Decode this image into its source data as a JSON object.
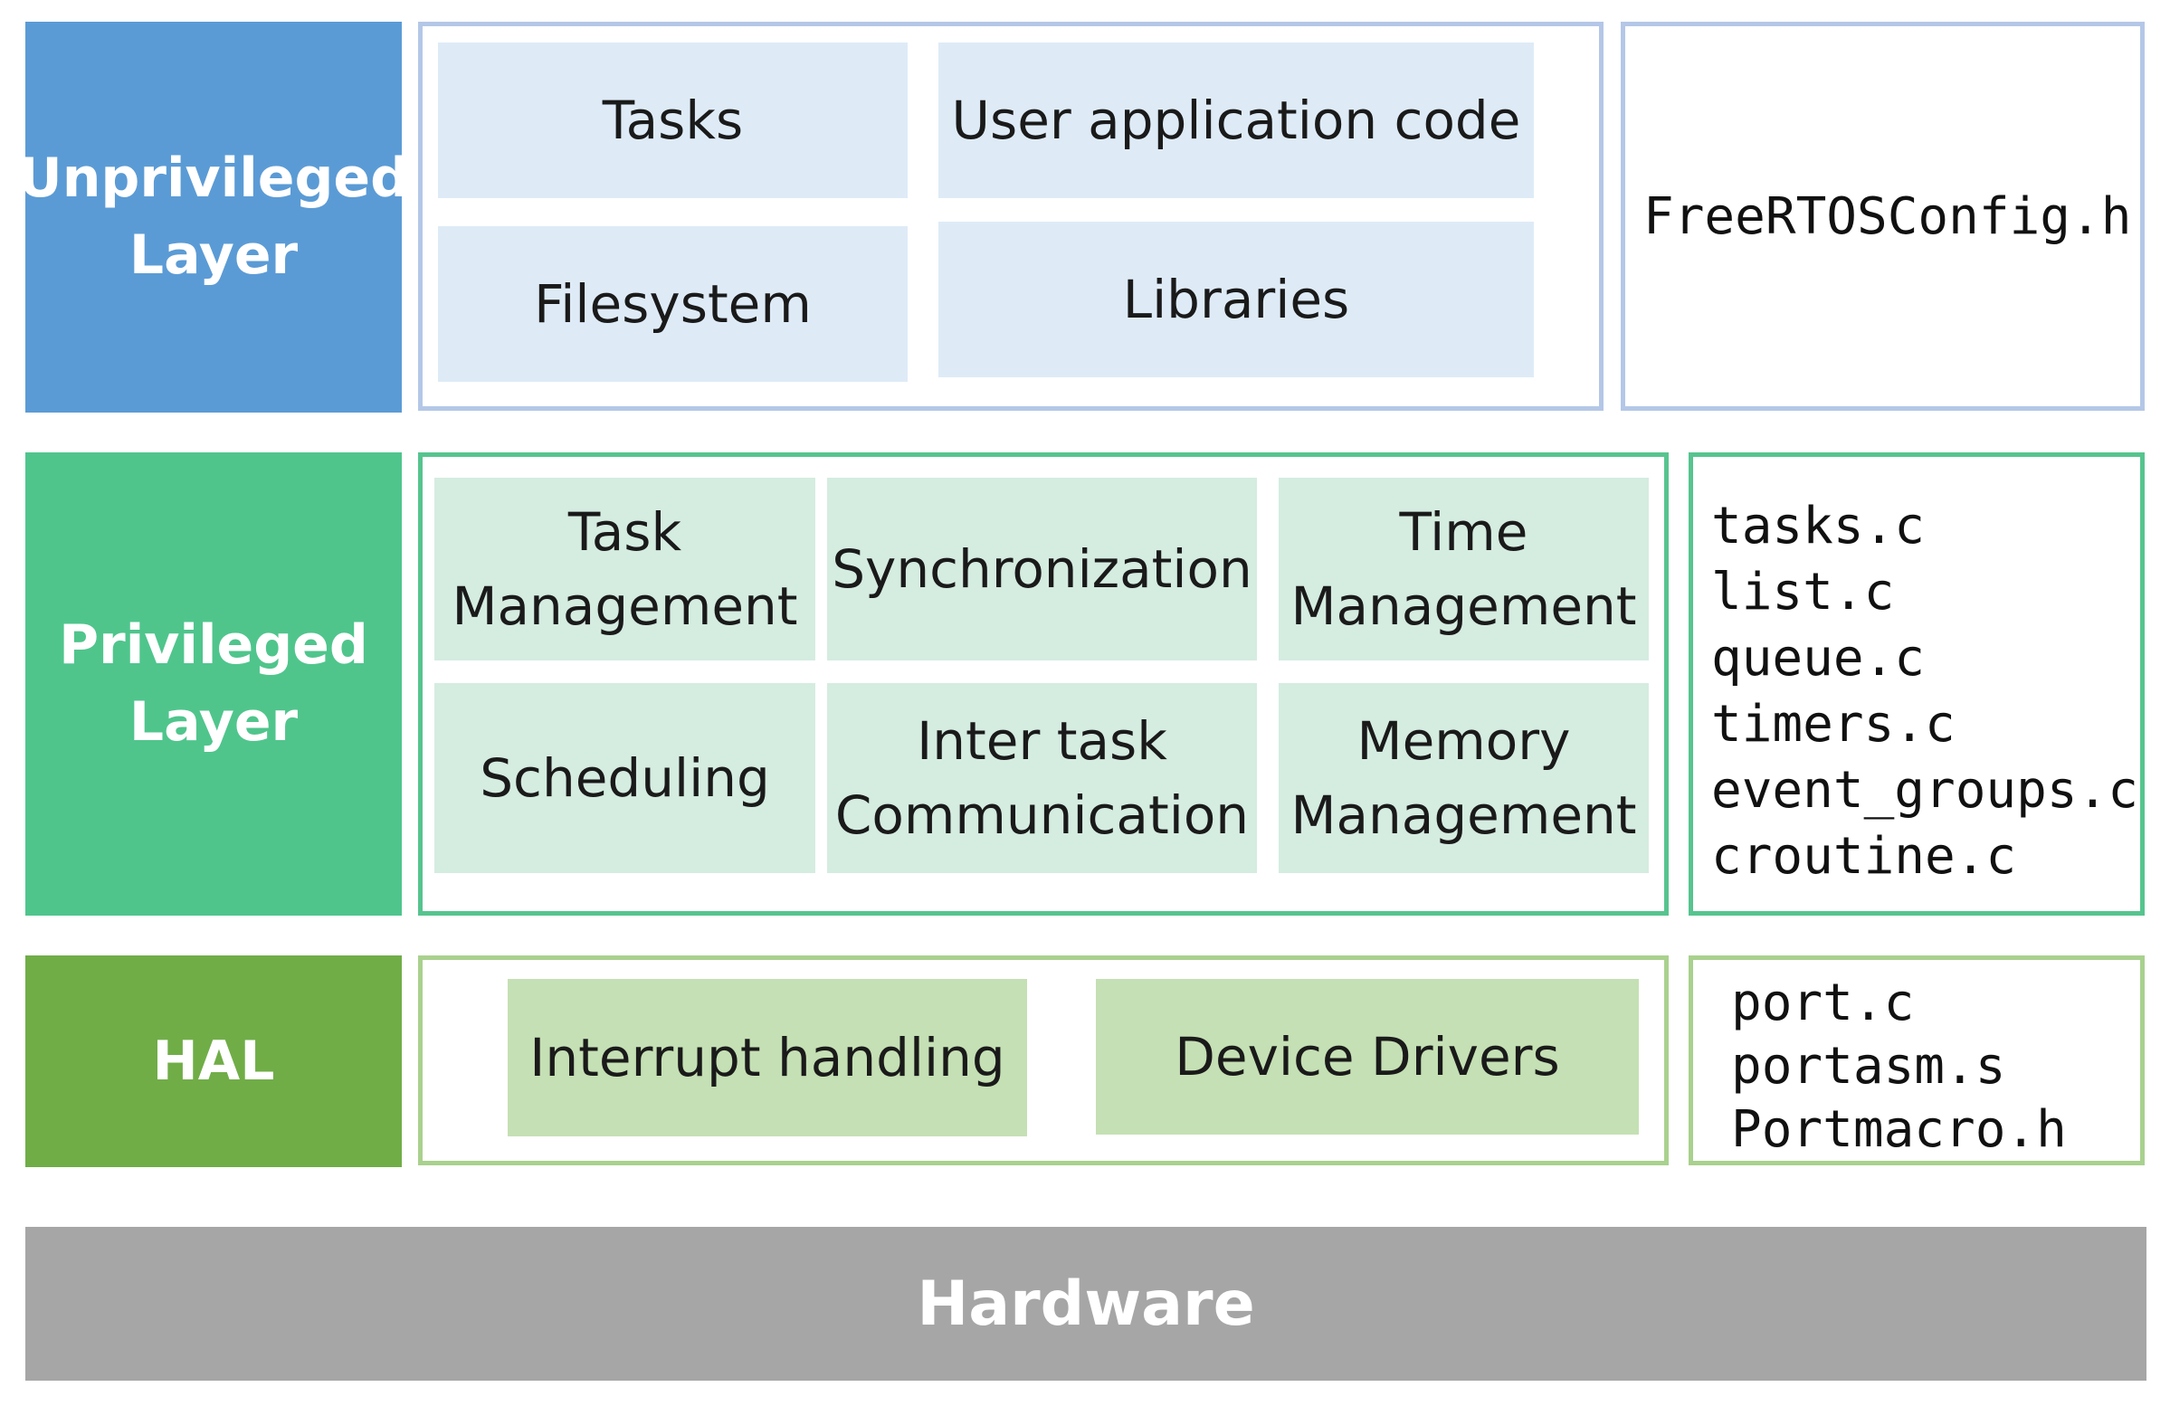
{
  "colors": {
    "unprivileged": "#5b9bd5",
    "unprivileged_border": "#b4c7e7",
    "unprivileged_cell": "#deebf7",
    "privileged": "#4fc58c",
    "privileged_border": "#56c48e",
    "privileged_cell": "#d5ece1",
    "hal": "#70ad47",
    "hal_border": "#a9d18e",
    "hal_cell": "#c5e0b4",
    "hardware": "#a6a6a6"
  },
  "unprivileged": {
    "label": "Unprivileged\nLayer",
    "cells": [
      "Tasks",
      "User application code",
      "Filesystem",
      "Libraries"
    ],
    "files": [
      "FreeRTOSConfig.h"
    ]
  },
  "privileged": {
    "label": "Privileged\nLayer",
    "cells": [
      "Task\nManagement",
      "Synchronization",
      "Time\nManagement",
      "Scheduling",
      "Inter task\nCommunication",
      "Memory\nManagement"
    ],
    "files": [
      "tasks.c",
      "list.c",
      "queue.c",
      "timers.c",
      "event_groups.c",
      "croutine.c"
    ]
  },
  "hal": {
    "label": "HAL",
    "cells": [
      "Interrupt handling",
      "Device Drivers"
    ],
    "files": [
      "port.c",
      "portasm.s",
      "Portmacro.h"
    ]
  },
  "hardware": {
    "label": "Hardware"
  }
}
